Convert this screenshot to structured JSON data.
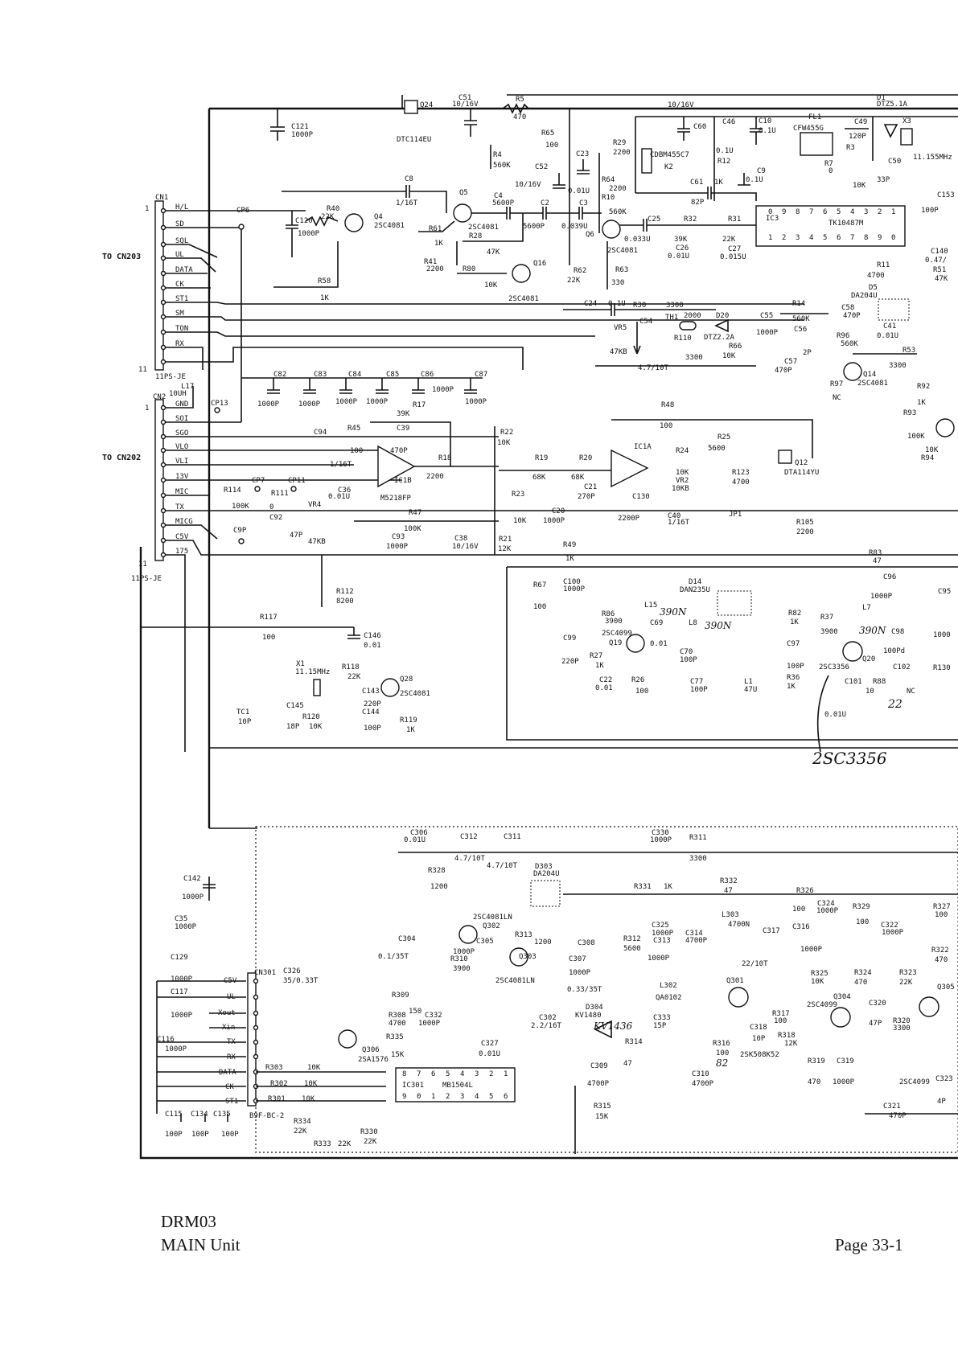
{
  "connectors": {
    "cn203_label": "TO CN203",
    "cn202_label": "TO CN202",
    "cn1": {
      "ref": "CN1",
      "part": "11PS-JE",
      "pins": [
        "H/L",
        "SD",
        "SQL",
        "UL",
        "DATA",
        "CK",
        "ST1",
        "SM",
        "TON",
        "RX"
      ],
      "pin_first": "1",
      "pin_last": "11"
    },
    "cn2": {
      "ref": "CN2",
      "part": "11PS-JE",
      "pins": [
        "GND",
        "SOI",
        "SGO",
        "VLO",
        "VLI",
        "13V",
        "MIC",
        "TX",
        "MICG",
        "C5V",
        "175"
      ],
      "pin_first": "1",
      "pin_last": "11"
    },
    "cn301": {
      "ref": "CN301",
      "part": "B9F-BC-2",
      "pins": [
        "C5V",
        "UL",
        "Xout",
        "Xin",
        "TX",
        "RX",
        "DATA",
        "CK",
        "ST1"
      ]
    }
  },
  "parts": {
    "q24": "Q24",
    "q24_type": "DTC114EU",
    "c51": "C51",
    "c51_v": "10/16V",
    "r5": "R5",
    "r5_v": "470",
    "r65": "R65",
    "r65_v": "100",
    "r4": "R4",
    "r4_v": "560K",
    "c23": "C23",
    "c52": "C52",
    "c52_v": "10/16V",
    "c23_v": "0.01U",
    "r64": "R64",
    "r64_v": "2200",
    "r10": "R10",
    "r10_v": "560K",
    "c121": "C121",
    "c121_v": "1000P",
    "c8": "C8",
    "c8_v": "1/16T",
    "q5": "Q5",
    "q5_type": "2SC4081",
    "c4": "C4",
    "c4_v": "5600P",
    "c2": "C2",
    "c2_v": "5600P",
    "c3": "C3",
    "c3_v": "0.039U",
    "q6": "Q6",
    "q6_type": "2SC4081",
    "r40": "R40",
    "r40_v": "22K",
    "q4": "Q4",
    "q4_type": "2SC4081",
    "c120": "C120",
    "c120_v": "1000P",
    "r61": "R61",
    "r61_v": "1K",
    "r28": "R28",
    "r28_v": "47K",
    "r41": "R41",
    "r41_v": "2200",
    "r80": "R80",
    "r80_v": "10K",
    "q16": "Q16",
    "q16_type": "2SC4081",
    "r62": "R62",
    "r62_v": "22K",
    "r63": "R63",
    "r63_v": "330",
    "r58": "R58",
    "r58_v": "1K",
    "cp6": "CP6",
    "r29": "R29",
    "r29_v": "2200",
    "k2": "CDBM455C7",
    "k2_ref": "K2",
    "c60": "C60",
    "c46": "C46",
    "c46_v": "0.1U",
    "r12": "R12",
    "r12_v": "1K",
    "c61": "C61",
    "c61_v": "82P",
    "c9": "C9",
    "c9_v": "0.1U",
    "c10": "C10",
    "c10_v": "0.1U",
    "supply_1016": "10/16V",
    "c25": "C25",
    "c25_v": "0.033U",
    "r32": "R32",
    "r32_v": "39K",
    "r31": "R31",
    "r31_v": "22K",
    "c26": "C26",
    "c26_v": "0.01U",
    "c27": "C27",
    "c27_v": "0.015U",
    "ic3": "IC3",
    "ic3_type": "TK10487M",
    "ic3_pins_top": [
      "0",
      "9",
      "8",
      "7",
      "6",
      "5",
      "4",
      "3",
      "2",
      "1"
    ],
    "ic3_pins_bot": [
      "1",
      "2",
      "3",
      "4",
      "5",
      "6",
      "7",
      "8",
      "9",
      "0"
    ],
    "fl1": "FL1",
    "fl1_type": "CFW455G",
    "r7": "R7",
    "r7_v": "0",
    "c49": "C49",
    "c49_v": "120P",
    "d1": "D1",
    "d1_type": "DTZ5.1A",
    "x3": "X3",
    "x3_v": "11.155MHz",
    "r3": "R3",
    "r3_v": "10K",
    "c50": "C50",
    "c50_v": "33P",
    "c153": "C153",
    "c153_v": "100P",
    "c140": "C140",
    "c140_v": "0.47/",
    "r11": "R11",
    "r11_v": "4700",
    "r51": "R51",
    "r51_v": "47K",
    "c24": "C24",
    "c24_v": "0.1U",
    "r30": "R30",
    "r30_v": "3300",
    "vr5": "VR5",
    "vr5_v": "47KB",
    "c54": "C54",
    "th1": "TH1",
    "th1_v": "2000",
    "d20": "D20",
    "d20_type": "DTZ2.2A",
    "r110": "R110",
    "r110_v": "3300",
    "r66": "R66",
    "r66_v": "10K",
    "c4710": "4.7/10T",
    "c55": "C55",
    "c55_v": "1000P",
    "r14": "R14",
    "r14_v": "560K",
    "c56": "C56",
    "c56_v": "2P",
    "c57": "C57",
    "c57_v": "470P",
    "c58": "C58",
    "c58_v": "470P",
    "r96": "R96",
    "r96_v": "560K",
    "d5": "D5",
    "d5_type": "DA204U",
    "c41": "C41",
    "c41_v": "0.01U",
    "r53": "R53",
    "r53_v": "3300",
    "q14": "Q14",
    "q14_type": "2SC4081",
    "r97": "R97",
    "r97_v": "NC",
    "r92": "R92",
    "r92_v": "1K",
    "r93": "R93",
    "r93_v": "100K",
    "r94": "R94",
    "r94_v": "10K",
    "c82": "C82",
    "c83": "C83",
    "c84": "C84",
    "c85": "C85",
    "c86": "C86",
    "c87": "C87",
    "c8x_v": "1000P",
    "cp13": "CP13",
    "l17": "L17",
    "l17_v": "10UH",
    "r17": "R17",
    "r17_v": "39K",
    "c39": "C39",
    "c39_v": "470P",
    "r45": "R45",
    "r45_v": "100",
    "c94": "C94",
    "c94_v": "1/16T",
    "c36": "C36",
    "c36_v": "0.01U",
    "ic1b": "IC1B",
    "ic1_type": "M5218FP",
    "r18": "R18",
    "r18_v": "2200",
    "r47": "R47",
    "r47_v": "100K",
    "c93": "C93",
    "c93_v": "1000P",
    "c38": "C38",
    "c38_v": "10/16V",
    "r22": "R22",
    "r22_v": "10K",
    "r21": "R21",
    "r21_v": "12K",
    "r19": "R19",
    "r19_v": "68K",
    "r20": "R20",
    "r20_v": "68K",
    "c21": "C21",
    "c21_v": "270P",
    "r23": "R23",
    "r23_v": "10K",
    "c20": "C20",
    "c20_v": "1000P",
    "c130": "C130",
    "c130_v": "2200P",
    "ic1a": "IC1A",
    "r48": "R48",
    "r48_v": "100",
    "r24": "R24",
    "r24_v": "10K",
    "vr2": "VR2",
    "vr2_v": "10KB",
    "c40": "C40",
    "c40_v": "1/16T",
    "r25": "R25",
    "r25_v": "5600",
    "r123": "R123",
    "r123_v": "4700",
    "jp1": "JP1",
    "q12": "Q12",
    "q12_type": "DTA114YU",
    "r105": "R105",
    "r105_v": "2200",
    "r49": "R49",
    "r49_v": "1K",
    "cp7": "CP7",
    "cp11": "CP11",
    "r114": "R114",
    "r114_v": "100K",
    "r111": "R111",
    "r111_v": "0",
    "c92": "C92",
    "c92_v": "47P",
    "vr4": "VR4",
    "vr4_v": "47KB",
    "c9p": "C9P",
    "r112": "R112",
    "r112_v": "8200",
    "r117": "R117",
    "r117_v": "100",
    "c146": "C146",
    "c146_v": "0.01",
    "x1": "X1",
    "x1_v": "11.15MHz",
    "r118": "R118",
    "r118_v": "22K",
    "q28": "Q28",
    "q28_type": "2SC4081",
    "c143": "C143",
    "c143_v": "220P",
    "c144": "C144",
    "c144_v": "100P",
    "c145": "C145",
    "c145_v": "18P",
    "tc1": "TC1",
    "tc1_v": "10P",
    "r120": "R120",
    "r120_v": "10K",
    "r119": "R119",
    "r119_v": "1K",
    "r67": "R67",
    "r67_v": "100",
    "c100": "C100",
    "c100_v": "1000P",
    "r86": "R86",
    "r86_v": "3900",
    "l15": "L15",
    "l15_v": "390N",
    "d14": "D14",
    "d14_type": "DAN235U",
    "c69": "C69",
    "c69_v": "0.01",
    "l8": "L8",
    "l8_v": "390N",
    "q19": "Q19",
    "q19_type": "2SC4099",
    "c99": "C99",
    "c99_v": "220P",
    "r27": "R27",
    "r27_v": "1K",
    "c22": "C22",
    "c22_v": "0.01",
    "r26": "R26",
    "r26_v": "100",
    "c70": "C70",
    "c70_v": "100P",
    "c77": "C77",
    "c77_v": "100P",
    "l1": "L1",
    "l1_v": "47U",
    "r83": "R83",
    "r83_v": "47",
    "c96": "C96",
    "c96_v": "1000P",
    "r82": "R82",
    "r82_v": "1K",
    "r37": "R37",
    "r37_v": "3900",
    "l7": "L7",
    "l7_v": "390N",
    "c98": "C98",
    "c98_v": "100Pd",
    "c97": "C97",
    "c97_v": "100P",
    "q20": "Q20",
    "q20_type": "2SC3356",
    "r36": "R36",
    "r36_v": "1K",
    "c101": "C101",
    "r88": "R88",
    "r88_v": "10",
    "c102": "C102",
    "c102_v": "NC",
    "r88_note": "22",
    "c101_v": "0.01U",
    "c95": "C95",
    "c95_v": "1000",
    "r130": "R130",
    "c306": "C306",
    "c306_v": "0.01U",
    "c312": "C312",
    "c312_v": "4.7/10T",
    "c311": "C311",
    "c311_v": "4.7/10T",
    "c330": "C330",
    "c330_v": "1000P",
    "r311": "R311",
    "r311_v": "3300",
    "r328": "R328",
    "r328_v": "1200",
    "d303": "D303",
    "d303_type": "DA204U",
    "c142": "C142",
    "c142_v": "1000P",
    "r331": "R331",
    "r331_v": "1K",
    "r332": "R332",
    "r332_v": "47",
    "r326": "R326",
    "r326_v": "100",
    "c324": "C324",
    "c324_v": "1000P",
    "r329": "R329",
    "r329_v": "100",
    "r327": "R327",
    "r327_v": "100",
    "q302": "Q302",
    "q302_type": "2SC4081LN",
    "r313": "R313",
    "r313_v": "1200",
    "c325": "C325",
    "c325_v": "1000P",
    "r312": "R312",
    "r312_v": "5600",
    "l303": "L303",
    "l303_v": "4700N",
    "c317": "C317",
    "c316": "C316",
    "c316_v": "1000P",
    "c322": "C322",
    "c322_v": "1000P",
    "r322": "R322",
    "r322_v": "470",
    "c35": "C35",
    "c35_v": "1000P",
    "c304": "C304",
    "c304_v": "0.1/35T",
    "c305": "C305",
    "c305_v": "1000P",
    "q303": "Q303",
    "q303_type": "2SC4081LN",
    "c308": "C308",
    "c313": "C313",
    "c313_v": "1000P",
    "c314": "C314",
    "c314_v": "4700P",
    "c317_v": "22/10T",
    "r310": "R310",
    "r310_v": "3900",
    "c307": "C307",
    "c307_v": "1000P",
    "c129": "C129",
    "c129_v": "1000P",
    "c326": "C326",
    "c326_v": "35/0.33T",
    "c308_v": "0.33/35T",
    "q301": "Q301",
    "q301_type": "2SK508K52",
    "r325": "R325",
    "r325_v": "10K",
    "r324": "R324",
    "r324_v": "470",
    "r323": "R323",
    "r323_v": "22K",
    "q305": "Q305",
    "q305_type": "2SC4099",
    "c117": "C117",
    "c117_v": "1000P",
    "l302": "L302",
    "l302_type": "QA0102",
    "d304": "D304",
    "d304_type": "KV1480",
    "d304_note": "KV1436",
    "q304": "Q304",
    "q304_type": "2SC4099",
    "c320": "C320",
    "c320_v": "47P",
    "r320": "R320",
    "r320_v": "3300",
    "r309": "R309",
    "r309_v": "150",
    "r308": "R308",
    "r308_v": "4700",
    "c332": "C332",
    "c332_v": "1000P",
    "c302": "C302",
    "c302_v": "2.2/16T",
    "c333": "C333",
    "c333_v": "15P",
    "c318": "C318",
    "c318_v": "10P",
    "r317": "R317",
    "r317_v": "100",
    "r318": "R318",
    "r318_v": "12K",
    "c116": "C116",
    "c116_v": "1000P",
    "q306": "Q306",
    "q306_type": "2SA1576",
    "r335": "R335",
    "r335_v": "15K",
    "c327": "C327",
    "c327_v": "0.01U",
    "r314": "R314",
    "r314_v": "47",
    "r316": "R316",
    "r316_v": "100",
    "r316_note": "82",
    "r319": "R319",
    "r319_v": "470",
    "c319": "C319",
    "c319_v": "1000P",
    "ic301": "IC301",
    "ic301_type": "MB1504L",
    "ic301_top": [
      "8",
      "7",
      "6",
      "5",
      "4",
      "3",
      "2",
      "1"
    ],
    "ic301_bot": [
      "9",
      "0",
      "1",
      "2",
      "3",
      "4",
      "5",
      "6"
    ],
    "r303": "R303",
    "r303_v": "10K",
    "r302": "R302",
    "r302_v": "10K",
    "r301": "R301",
    "r301_v": "10K",
    "c309": "C309",
    "c309_v": "4700P",
    "c310": "C310",
    "c310_v": "4700P",
    "c323": "C323",
    "c323_v": "4P",
    "c321": "C321",
    "c321_v": "470P",
    "r315": "R315",
    "r315_v": "15K",
    "c115": "C115",
    "c115_v": "100P",
    "c134": "C134",
    "c134_v": "100P",
    "c135": "C135",
    "c135_v": "100P",
    "r334": "R334",
    "r334_v": "22K",
    "r333": "R333",
    "r333_v": "22K",
    "r330": "R330",
    "r330_v": "22K"
  },
  "handwritten": {
    "q20_note": "2SC3356"
  },
  "footer": {
    "model": "DRM03",
    "unit": "MAIN Unit",
    "page": "Page 33-1"
  }
}
